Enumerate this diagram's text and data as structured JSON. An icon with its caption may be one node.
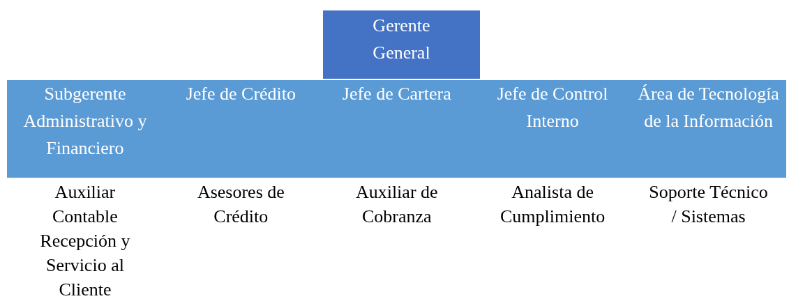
{
  "diagram": {
    "nodes": [
      {
        "text": [
          "Gerente General"
        ]
      },
      {
        "text": [
          "Subgerente Administrativo y Financiero"
        ],
        "beside": [
          "Auxiliar Contable",
          "Recepción y Servicio al Cliente"
        ]
      },
      {
        "text": [
          "Jefe de Crédito"
        ],
        "beside": [
          "Asesores de Crédito"
        ]
      },
      {
        "text": [
          "Jefe de Cartera"
        ],
        "beside": [
          "Auxiliar de Cobranza"
        ]
      },
      {
        "text": [
          "Jefe de Control Interno"
        ],
        "beside": [
          "Analista de Cumplimiento"
        ]
      },
      {
        "text": [
          "Área de Tecnología de la Información"
        ],
        "beside": [
          "Soporte Técnico / Sistemas"
        ]
      }
    ]
  }
}
